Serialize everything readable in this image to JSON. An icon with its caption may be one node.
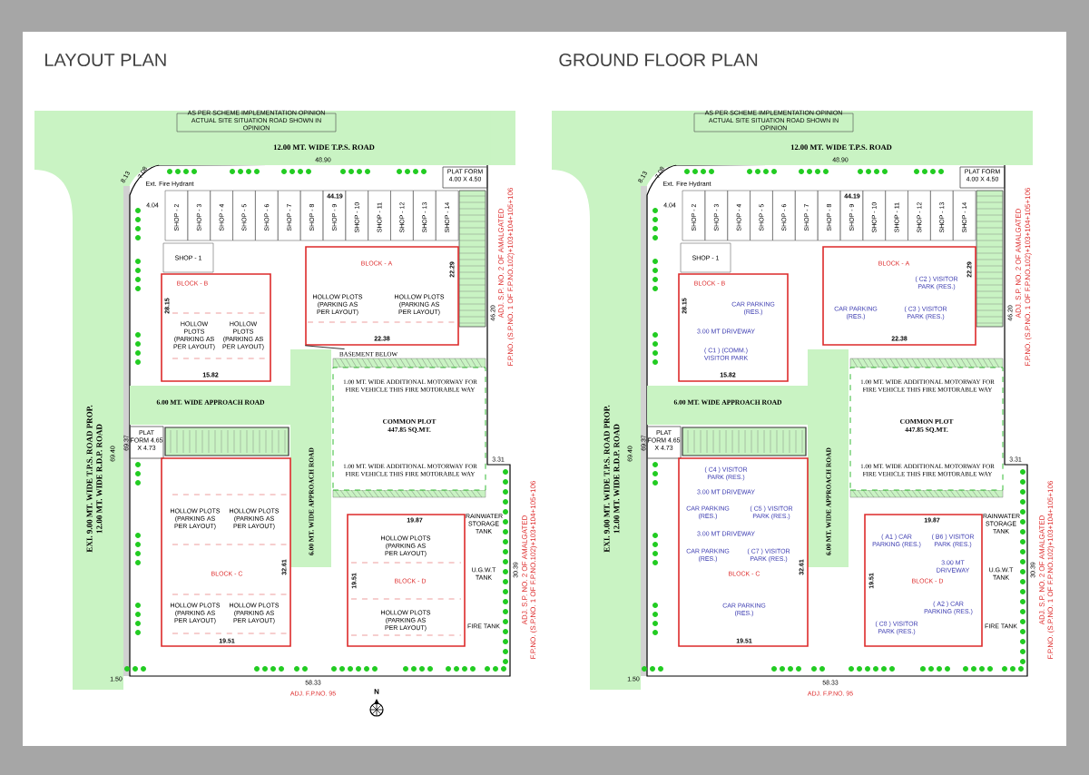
{
  "diagram": {
    "nodes": [
      {
        "text": [
          "12.00 MT. WIDE T.P.S. ROAD"
        ]
      },
      {
        "text": [
          "AS PER SCHEME IMPLEMENTATION OPINION ACTUAL SITE SITUATION ROAD SHOWN IN OPINION"
        ],
        "in": 0
      },
      {
        "text": [
          "EXI. 9.00 MT. WIDE T.P.S. ROAD PROP. 12.00 MT. WIDE R.D.P. ROAD"
        ]
      },
      {
        "text": [
          "PLAT FORM 4.00 X 4.50"
        ]
      },
      {
        "text": [
          "SHOP - 2"
        ]
      },
      {
        "text": [
          "SHOP - 3"
        ]
      },
      {
        "text": [
          "SHOP - 4"
        ]
      },
      {
        "text": [
          "SHOP - 5"
        ]
      },
      {
        "text": [
          "SHOP - 6"
        ]
      },
      {
        "text": [
          "SHOP - 7"
        ]
      },
      {
        "text": [
          "SHOP - 8"
        ]
      },
      {
        "text": [
          "SHOP - 9"
        ]
      },
      {
        "text": [
          "SHOP - 10"
        ]
      },
      {
        "text": [
          "SHOP - 11"
        ]
      },
      {
        "text": [
          "SHOP - 12"
        ]
      },
      {
        "text": [
          "SHOP - 13"
        ]
      },
      {
        "text": [
          "SHOP - 14"
        ]
      },
      {
        "text": [
          "SHOP - 1"
        ]
      },
      {
        "text": [
          "BLOCK - B"
        ]
      },
      {
        "text": [
          "BLOCK - A"
        ]
      },
      {
        "text": [
          "6.00 MT. WIDE APPROACH ROAD"
        ]
      },
      {
        "text": [
          "6.00 MT. WIDE APPROACH ROAD"
        ]
      },
      {
        "text": [
          "COMMON PLOT",
          "447.85 SQ.MT."
        ]
      },
      {
        "text": [
          "PLAT FORM 4.65 X 4.73"
        ]
      },
      {
        "text": [
          "BLOCK - C"
        ]
      },
      {
        "text": [
          "BLOCK - D"
        ]
      },
      {
        "text": [
          "BASEMENT BELOW"
        ]
      },
      {
        "text": [
          "12.00 MT. WIDE T.P.S. ROAD"
        ]
      },
      {
        "text": [
          "AS PER SCHEME IMPLEMENTATION OPINION ACTUAL SITE SITUATION ROAD SHOWN IN OPINION"
        ],
        "in": 27
      },
      {
        "text": [
          "EXI. 9.00 MT. WIDE T.P.S. ROAD PROP. 12.00 MT. WIDE R.D.P. ROAD"
        ]
      },
      {
        "text": [
          "PLAT FORM 4.00 X 4.50"
        ]
      },
      {
        "text": [
          "SHOP - 2"
        ]
      },
      {
        "text": [
          "SHOP - 3"
        ]
      },
      {
        "text": [
          "SHOP - 4"
        ]
      },
      {
        "text": [
          "SHOP - 5"
        ]
      },
      {
        "text": [
          "SHOP - 6"
        ]
      },
      {
        "text": [
          "SHOP - 7"
        ]
      },
      {
        "text": [
          "SHOP - 8"
        ]
      },
      {
        "text": [
          "SHOP - 9"
        ]
      },
      {
        "text": [
          "SHOP - 10"
        ]
      },
      {
        "text": [
          "SHOP - 11"
        ]
      },
      {
        "text": [
          "SHOP - 12"
        ]
      },
      {
        "text": [
          "SHOP - 13"
        ]
      },
      {
        "text": [
          "SHOP - 14"
        ]
      },
      {
        "text": [
          "SHOP - 1"
        ]
      },
      {
        "text": [
          "BLOCK - B"
        ]
      },
      {
        "text": [
          "BLOCK - A"
        ]
      },
      {
        "text": [
          "6.00 MT. WIDE APPROACH ROAD"
        ]
      },
      {
        "text": [
          "6.00 MT. WIDE APPROACH ROAD"
        ]
      },
      {
        "text": [
          "COMMON PLOT",
          "447.85 SQ.MT."
        ]
      },
      {
        "text": [
          "PLAT FORM 4.65 X 4.73"
        ]
      },
      {
        "text": [
          "BLOCK - C"
        ]
      },
      {
        "text": [
          "BLOCK - D"
        ]
      }
    ],
    "edges": [
      {
        "from": 26,
        "to": 19,
        "arrow": "none"
      }
    ],
    "labels": [
      "LAYOUT PLAN",
      "GROUND FLOOR PLAN",
      "48.90",
      "Ext. Fire Hydrant",
      "8.13",
      "7.08",
      "4.04",
      "44.19",
      "22.29",
      "22.38",
      "28.15",
      "15.82",
      "46.20",
      "ADJ. S.P. NO. 2 OF AMALGATED",
      "F.P.NO. (S.P.NO. 1 OF F.P.NO.102)+103+104+105+106",
      "1.00 MT. WIDE ADDITIONAL MOTORWAY FOR FIRE VEHICLE THIS FIRE MOTORABLE WAY",
      "1.00 MT. WIDE ADDITIONAL MOTORWAY FOR FIRE VEHICLE THIS FIRE MOTORABLE WAY",
      "69.40",
      "69.37",
      "32.61",
      "3.31",
      "19.87",
      "19.51",
      "RAINWATER STORAGE TANK",
      "U.G.W.T TANK",
      "FIRE TANK",
      "30.39",
      "ADJ. S.P. NO. 2 OF AMALGATED",
      "F.P.NO. (S.P.NO. 1 OF F.P.NO.102)+103+104+105+106",
      "19.51",
      "1.50",
      "58.33",
      "ADJ. F.P.NO. 95",
      "HOLLOW PLOTS (PARKING AS PER LAYOUT)",
      "HOLLOW PLOTS (PARKING AS PER LAYOUT)",
      "HOLLOW PLOTS (PARKING AS PER LAYOUT)",
      "HOLLOW PLOTS (PARKING AS PER LAYOUT)",
      "HOLLOW PLOTS (PARKING AS PER LAYOUT)",
      "HOLLOW PLOTS (PARKING AS PER LAYOUT)",
      "HOLLOW PLOTS (PARKING AS PER LAYOUT)",
      "HOLLOW PLOTS (PARKING AS PER LAYOUT)",
      "HOLLOW PLOTS (PARKING AS PER LAYOUT)",
      "HOLLOW PLOTS (PARKING AS PER LAYOUT)",
      "48.90",
      "Ext. Fire Hydrant",
      "8.13",
      "7.08",
      "4.04",
      "44.19",
      "22.29",
      "22.38",
      "28.15",
      "15.82",
      "46.20",
      "ADJ. S.P. NO. 2 OF AMALGATED",
      "F.P.NO. (S.P.NO. 1 OF F.P.NO.102)+103+104+105+106",
      "1.00 MT. WIDE ADDITIONAL MOTORWAY FOR FIRE VEHICLE THIS FIRE MOTORABLE WAY",
      "1.00 MT. WIDE ADDITIONAL MOTORWAY FOR FIRE VEHICLE THIS FIRE MOTORABLE WAY",
      "69.40",
      "69.37",
      "32.61",
      "3.31",
      "19.87",
      "19.51",
      "RAINWATER STORAGE TANK",
      "U.G.W.T TANK",
      "FIRE TANK",
      "30.39",
      "ADJ. S.P. NO. 2 OF AMALGATED",
      "F.P.NO. (S.P.NO. 1 OF F.P.NO.102)+103+104+105+106",
      "19.51",
      "1.50",
      "58.33",
      "ADJ. F.P.NO. 95",
      "( C2 ) VISITOR PARK (RES.)",
      "CAR PARKING (RES.)",
      "CAR PARKING (RES.)",
      "( C3 ) VISITOR PARK (RES.)",
      "3.00 MT DRIVEWAY",
      "( C1 ) (COMM.) VISITOR PARK",
      "( C4 ) VISITOR PARK (RES.)",
      "3.00 MT DRIVEWAY",
      "CAR PARKING (RES.)",
      "( C5 ) VISITOR PARK (RES.)",
      "3.00 MT DRIVEWAY",
      "CAR PARKING (RES.)",
      "( C7 ) VISITOR PARK (RES.)",
      "CAR PARKING (RES.)",
      "( A1 ) CAR PARKING (RES.)",
      "( B6 ) VISITOR PARK (RES.)",
      "3.00 MT DRIVEWAY",
      "( A2 ) CAR PARKING (RES.)",
      "( C8 ) VISITOR PARK (RES.)",
      "N"
    ]
  }
}
